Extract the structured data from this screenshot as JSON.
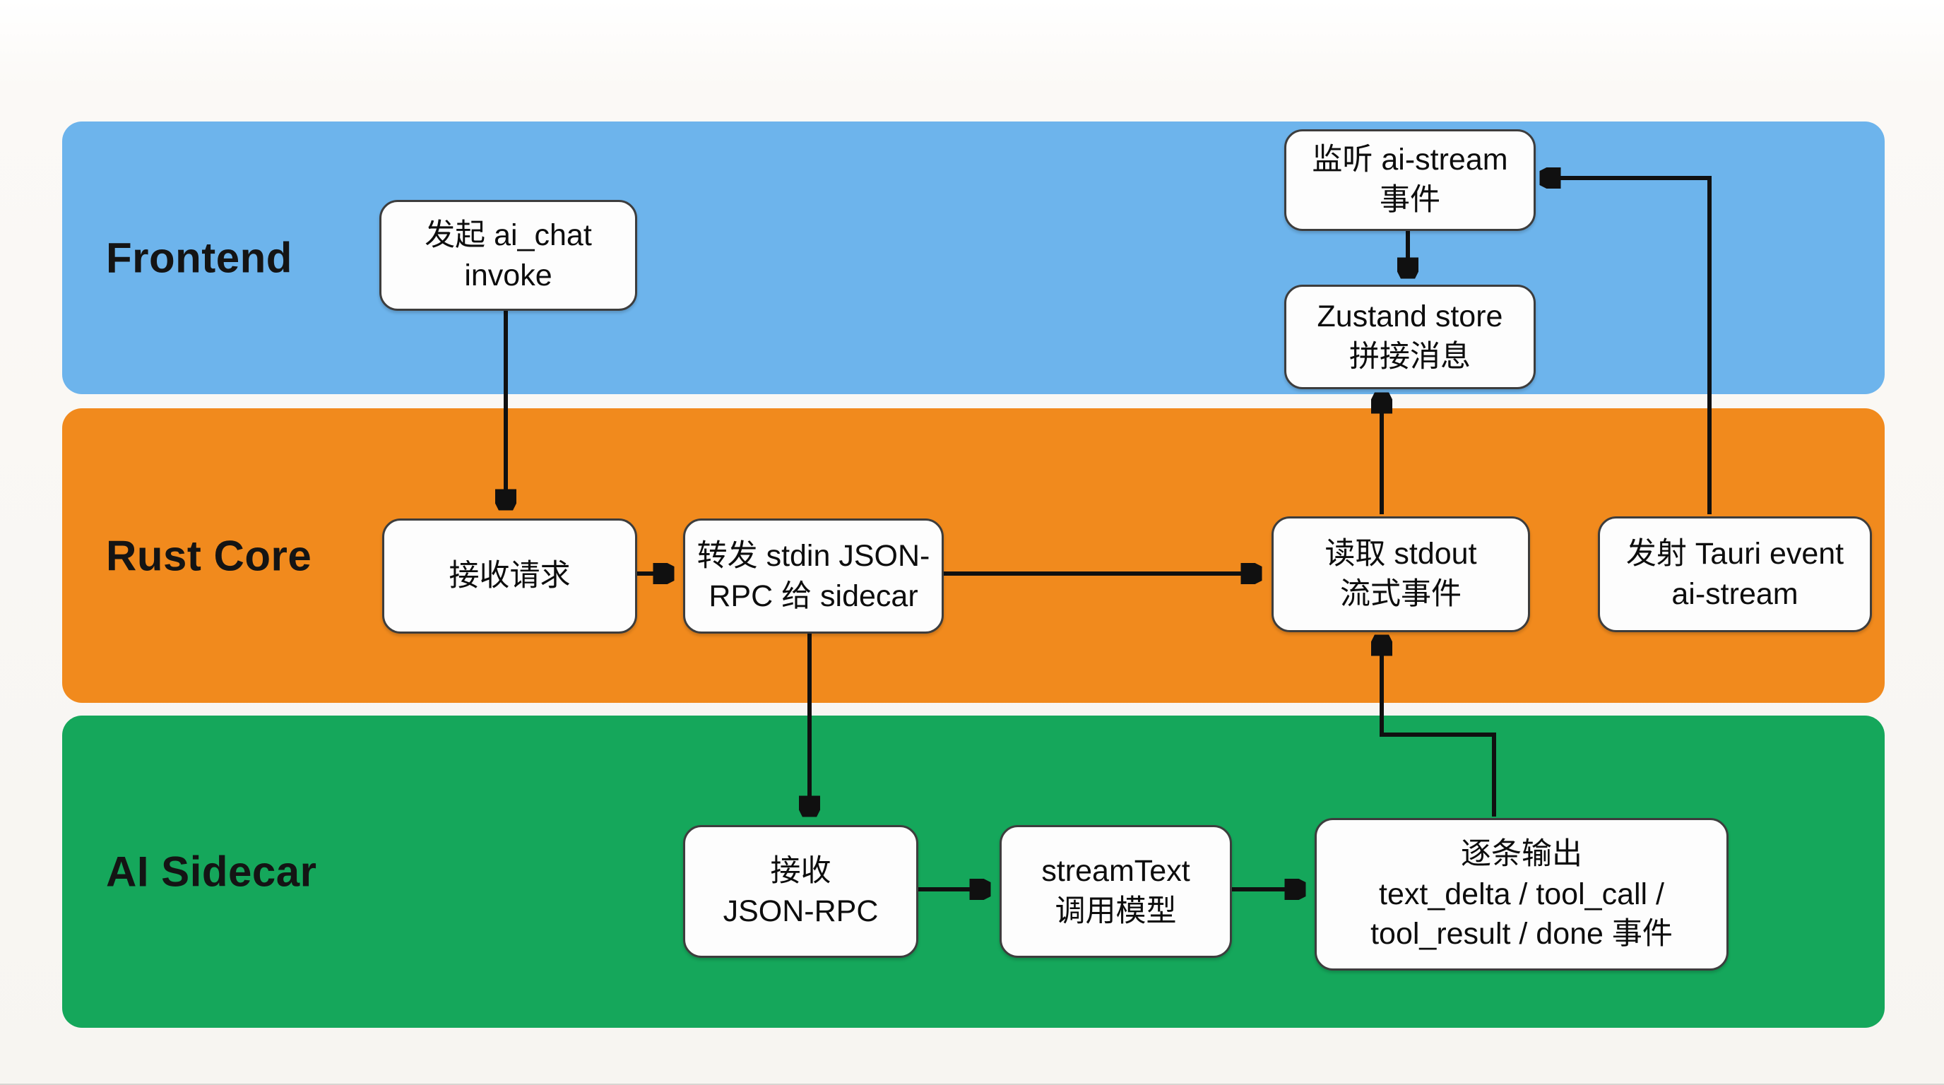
{
  "diagram": {
    "background": "#f8f6f3",
    "arrow_color": "#101010",
    "node_fill": "#fdfdfd",
    "node_border": "#3d3d3d",
    "lanes": [
      {
        "id": "frontend",
        "label": "Frontend",
        "color": "#6db4ec"
      },
      {
        "id": "rust_core",
        "label": "Rust Core",
        "color": "#f18a1d"
      },
      {
        "id": "ai_sidecar",
        "label": "AI Sidecar",
        "color": "#15a75b"
      }
    ],
    "nodes": {
      "invoke": {
        "lane": "frontend",
        "text": "发起 ai_chat\ninvoke"
      },
      "listen": {
        "lane": "frontend",
        "text": "监听 ai-stream\n事件"
      },
      "zustand": {
        "lane": "frontend",
        "text": "Zustand store\n拼接消息"
      },
      "receive_request": {
        "lane": "rust_core",
        "text": "接收请求"
      },
      "forward": {
        "lane": "rust_core",
        "text": "转发 stdin JSON-\nRPC 给 sidecar"
      },
      "read_stdout": {
        "lane": "rust_core",
        "text": "读取 stdout\n流式事件"
      },
      "emit_event": {
        "lane": "rust_core",
        "text": "发射 Tauri event\nai-stream"
      },
      "receive_rpc": {
        "lane": "ai_sidecar",
        "text": "接收\nJSON-RPC"
      },
      "stream_text": {
        "lane": "ai_sidecar",
        "text": "streamText\n调用模型"
      },
      "output_events": {
        "lane": "ai_sidecar",
        "text": "逐条输出\ntext_delta / tool_call /\ntool_result / done 事件"
      }
    },
    "edges": [
      {
        "from": "invoke",
        "to": "receive_request"
      },
      {
        "from": "receive_request",
        "to": "forward"
      },
      {
        "from": "forward",
        "to": "read_stdout"
      },
      {
        "from": "forward",
        "to": "receive_rpc"
      },
      {
        "from": "receive_rpc",
        "to": "stream_text"
      },
      {
        "from": "stream_text",
        "to": "output_events"
      },
      {
        "from": "output_events",
        "to": "read_stdout"
      },
      {
        "from": "read_stdout",
        "to": "zustand"
      },
      {
        "from": "listen",
        "to": "zustand"
      },
      {
        "from": "emit_event",
        "to": "listen"
      }
    ]
  }
}
